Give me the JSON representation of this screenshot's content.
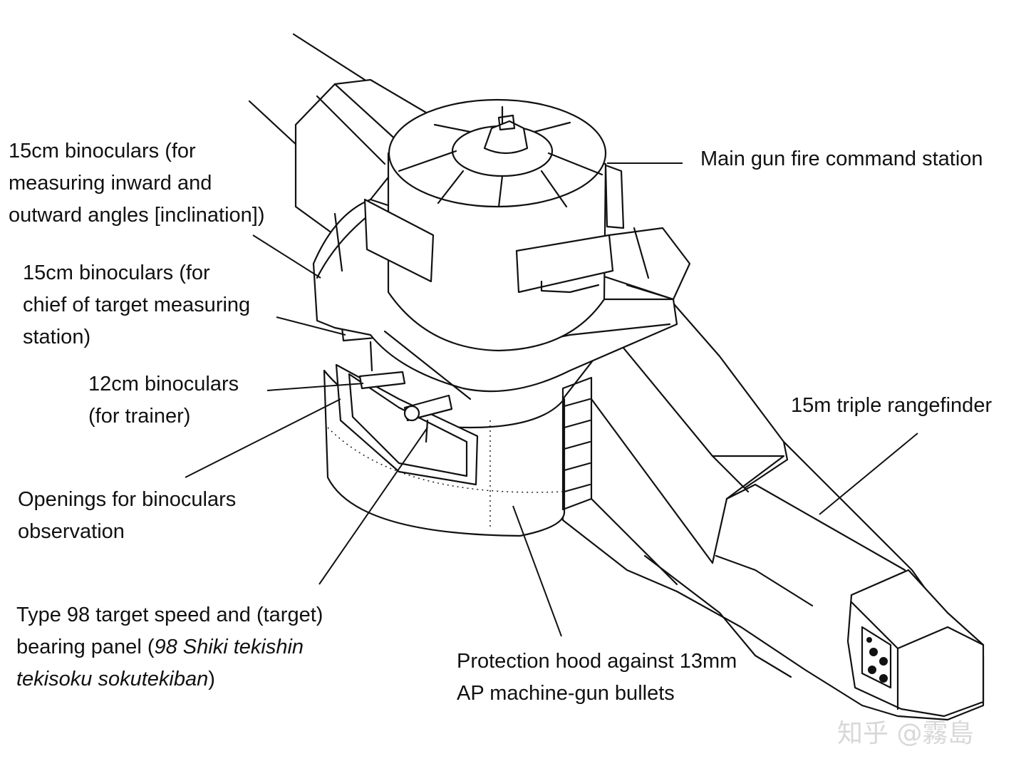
{
  "labels": {
    "binoculars_15cm_angles": [
      "15cm binoculars (for",
      "measuring inward and",
      "outward angles [inclination])"
    ],
    "binoculars_15cm_chief": [
      "15cm binoculars (for",
      "chief of target measuring",
      "station)"
    ],
    "binoculars_12cm": [
      "12cm binoculars",
      "(for trainer)"
    ],
    "openings": [
      "Openings for binoculars",
      "observation"
    ],
    "type98": {
      "line1": "Type 98 target speed and (target)",
      "line2_plain": "bearing panel (",
      "line2_italic": "98 Shiki tekishin",
      "line3_italic": "tekisoku sokutekiban",
      "line3_plain": ")"
    },
    "main_gun": "Main gun fire command station",
    "rangefinder": "15m triple rangefinder",
    "protection_hood": [
      "Protection hood against 13mm",
      "AP machine-gun bullets"
    ]
  },
  "watermark": "知乎 @霧島",
  "colors": {
    "ink": "#111111",
    "paper": "#ffffff",
    "watermark": "#d8d8d8"
  }
}
